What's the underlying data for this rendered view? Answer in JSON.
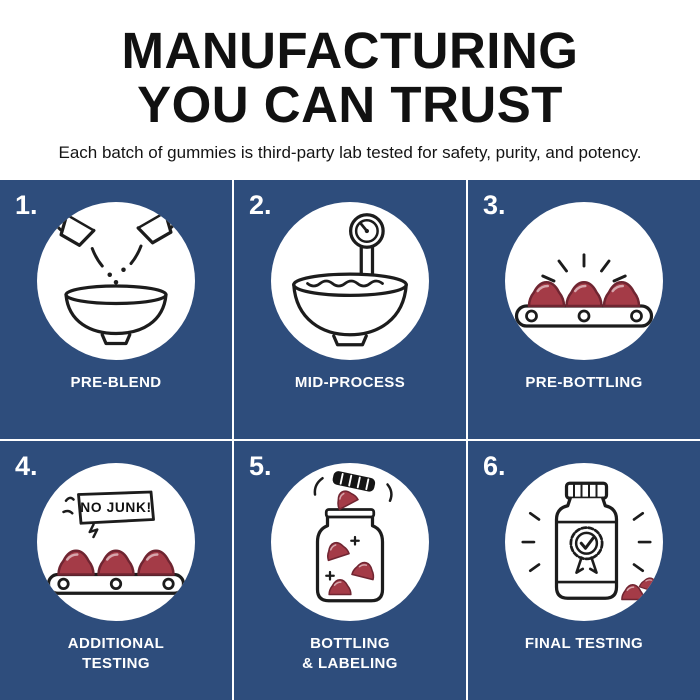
{
  "header": {
    "title": "MANUFACTURING\nYOU CAN TRUST",
    "subtitle": "Each batch of gummies is third-party lab tested for safety, purity, and potency."
  },
  "colors": {
    "background_blue": "#2e4d7c",
    "gummy_red": "#a43b47",
    "gummy_dark": "#6f2531",
    "line_black": "#1c1c1c",
    "text_white": "#ffffff",
    "title_black": "#111111"
  },
  "steps": [
    {
      "number": "1.",
      "label": "PRE-BLEND",
      "icon": "measuring-cups-pouring-into-bowl"
    },
    {
      "number": "2.",
      "label": "MID-PROCESS",
      "icon": "mixing-bowl-with-gauge"
    },
    {
      "number": "3.",
      "label": "PRE-BOTTLING",
      "icon": "gummies-on-conveyor-with-shine"
    },
    {
      "number": "4.",
      "label": "ADDITIONAL\nTESTING",
      "icon": "gummies-on-conveyor-no-junk",
      "callout": "NO JUNK!"
    },
    {
      "number": "5.",
      "label": "BOTTLING\n& LABELING",
      "icon": "jar-being-filled-with-gummies"
    },
    {
      "number": "6.",
      "label": "FINAL TESTING",
      "icon": "bottle-with-award-seal"
    }
  ]
}
